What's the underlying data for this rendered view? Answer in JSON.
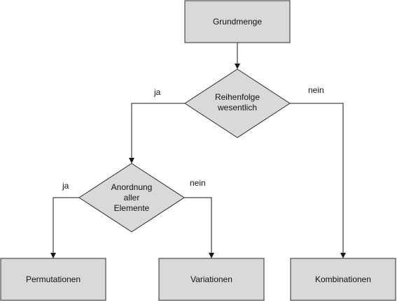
{
  "nodes": {
    "grundmenge": {
      "label": "Grundmenge"
    },
    "reihenfolge": {
      "line1": "Reihenfolge",
      "line2": "wesentlich"
    },
    "anordnung": {
      "line1": "Anordnung",
      "line2": "aller",
      "line3": "Elemente"
    },
    "permutationen": {
      "label": "Permutationen"
    },
    "variationen": {
      "label": "Variationen"
    },
    "kombinationen": {
      "label": "Kombinationen"
    }
  },
  "edges": {
    "reihenfolge_yes": "ja",
    "reihenfolge_no": "nein",
    "anordnung_yes": "ja",
    "anordnung_no": "nein"
  },
  "colors": {
    "node_fill": "#d9d9d9",
    "stroke": "#1a1a1a",
    "background": "#ffffff"
  }
}
